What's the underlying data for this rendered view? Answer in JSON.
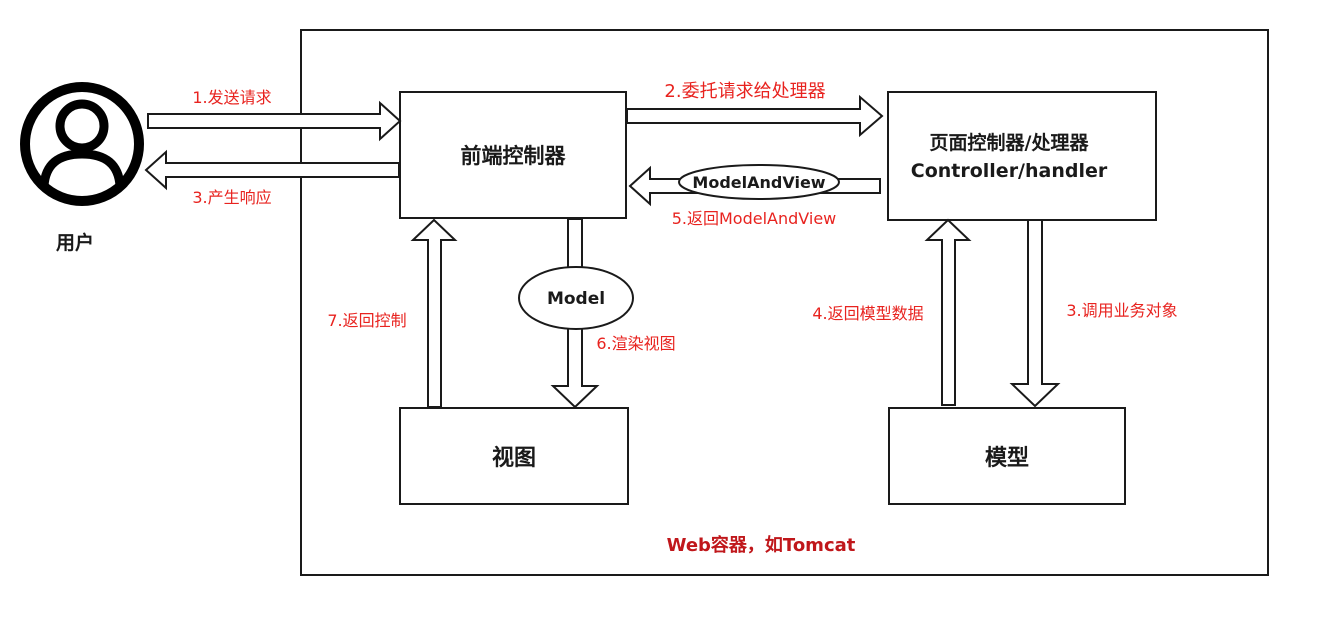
{
  "container_label": "Web容器，如Tomcat",
  "user_label": "用户",
  "boxes": {
    "front_controller": "前端控制器",
    "page_controller_line1": "页面控制器/处理器",
    "page_controller_line2": "Controller/handler",
    "view": "视图",
    "model": "模型"
  },
  "ovals": {
    "model_and_view": "ModelAndView",
    "model": "Model"
  },
  "steps": {
    "s1": "1.发送请求",
    "s2": "2.委托请求给处理器",
    "s3": "3.产生响应",
    "s3b": "3.调用业务对象",
    "s4": "4.返回模型数据",
    "s5": "5.返回ModelAndView",
    "s6": "6.渲染视图",
    "s7": "7.返回控制"
  },
  "colors": {
    "step_text": "#e8231f",
    "container_text": "#c0171b",
    "stroke": "#1a1a1a"
  },
  "icons": {
    "user": "user-circle-icon"
  }
}
